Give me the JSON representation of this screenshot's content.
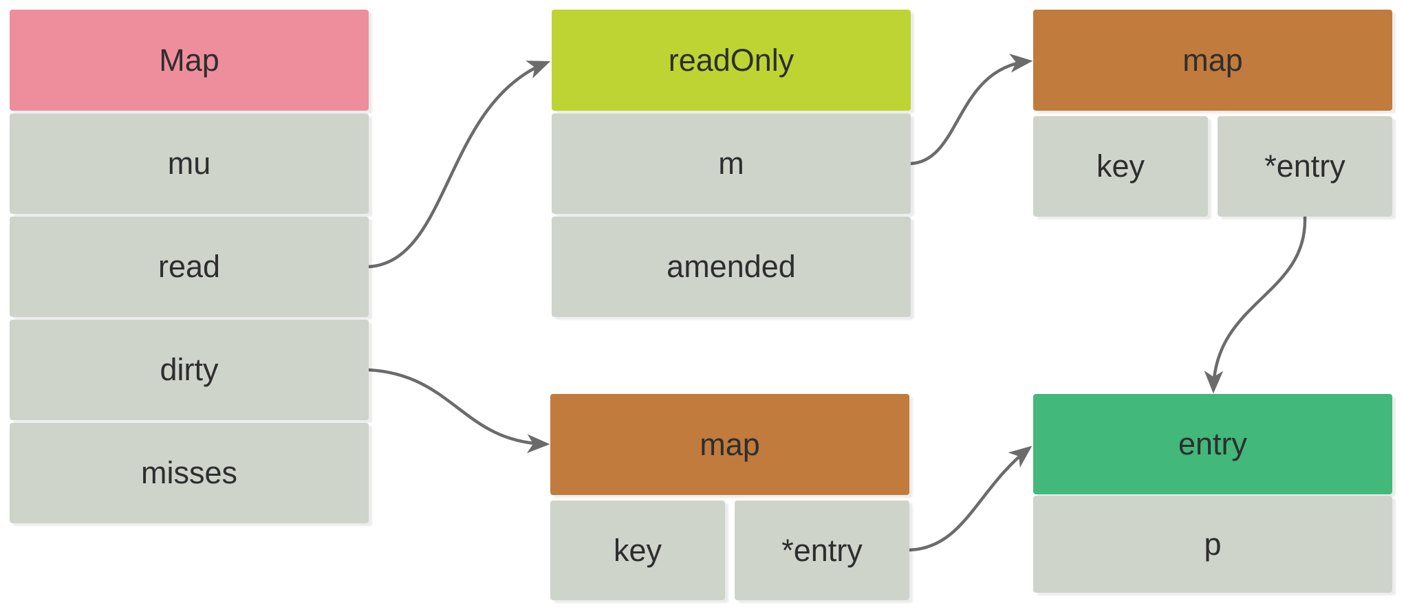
{
  "colors": {
    "row_fill": "#ced4ca",
    "arrow": "#6b6b6b",
    "text": "#2e2e2e",
    "map_header": "#ee8e9c",
    "readonly_header": "#bdd433",
    "hashmap_header": "#c17b3d",
    "entry_header": "#42b87a"
  },
  "nodes": {
    "map_struct": {
      "title": "Map",
      "fields": [
        "mu",
        "read",
        "dirty",
        "misses"
      ]
    },
    "readonly": {
      "title": "readOnly",
      "fields": [
        "m",
        "amended"
      ]
    },
    "map_top": {
      "title": "map",
      "fields": [
        "key",
        "*entry"
      ]
    },
    "map_bottom": {
      "title": "map",
      "fields": [
        "key",
        "*entry"
      ]
    },
    "entry": {
      "title": "entry",
      "fields": [
        "p"
      ]
    }
  }
}
